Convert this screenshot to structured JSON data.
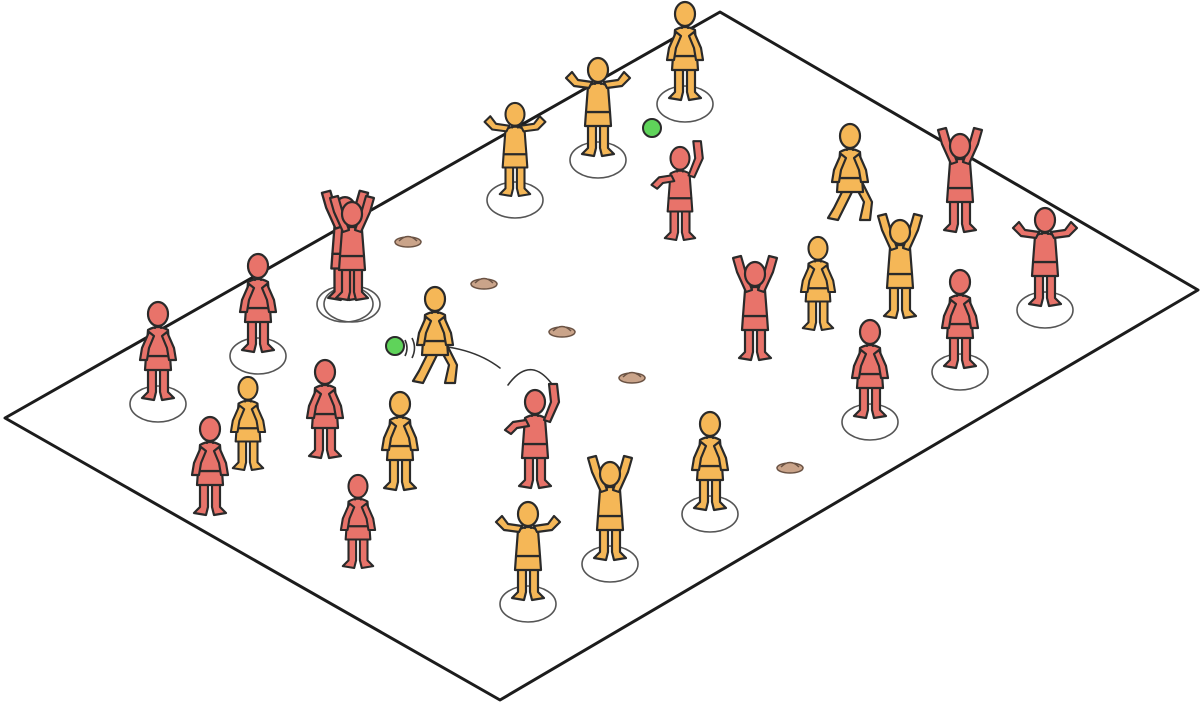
{
  "colors": {
    "background": "#ffffff",
    "court_line": "#1c1c1c",
    "team_red": "#e8736a",
    "team_orange": "#f5b757",
    "ball": "#5fd35a",
    "cone": "#caa48a",
    "spot_ring": "#555555"
  },
  "players": [
    {
      "team": "orange",
      "pose": "catch",
      "spot": true
    },
    {
      "team": "orange",
      "pose": "stand",
      "spot": true
    },
    {
      "team": "orange",
      "pose": "catch",
      "spot": true
    },
    {
      "team": "red",
      "pose": "throw",
      "spot": false
    },
    {
      "team": "orange",
      "pose": "run",
      "spot": false
    },
    {
      "team": "red",
      "pose": "arms-up",
      "spot": false
    },
    {
      "team": "red",
      "pose": "arms-up",
      "spot": true
    },
    {
      "team": "red",
      "pose": "stand",
      "spot": true
    },
    {
      "team": "red",
      "pose": "stand",
      "spot": true
    },
    {
      "team": "red",
      "pose": "arms-up",
      "spot": true
    },
    {
      "team": "red",
      "pose": "stand",
      "spot": false
    },
    {
      "team": "orange",
      "pose": "stand",
      "spot": false
    },
    {
      "team": "orange",
      "pose": "arms-up",
      "spot": false
    },
    {
      "team": "red",
      "pose": "stand",
      "spot": true
    },
    {
      "team": "red",
      "pose": "stand",
      "spot": true
    },
    {
      "team": "red",
      "pose": "catch",
      "spot": true
    },
    {
      "team": "orange",
      "pose": "stand",
      "spot": false
    },
    {
      "team": "red",
      "pose": "arms-up",
      "spot": false
    },
    {
      "team": "orange",
      "pose": "run",
      "spot": false
    },
    {
      "team": "red",
      "pose": "stand",
      "spot": false
    },
    {
      "team": "orange",
      "pose": "stand",
      "spot": false
    },
    {
      "team": "red",
      "pose": "stand",
      "spot": false
    },
    {
      "team": "red",
      "pose": "throw",
      "spot": false
    },
    {
      "team": "orange",
      "pose": "arms-up",
      "spot": true
    },
    {
      "team": "orange",
      "pose": "stand",
      "spot": true
    },
    {
      "team": "orange",
      "pose": "catch",
      "spot": true
    }
  ],
  "balls": 2,
  "cones": 5
}
